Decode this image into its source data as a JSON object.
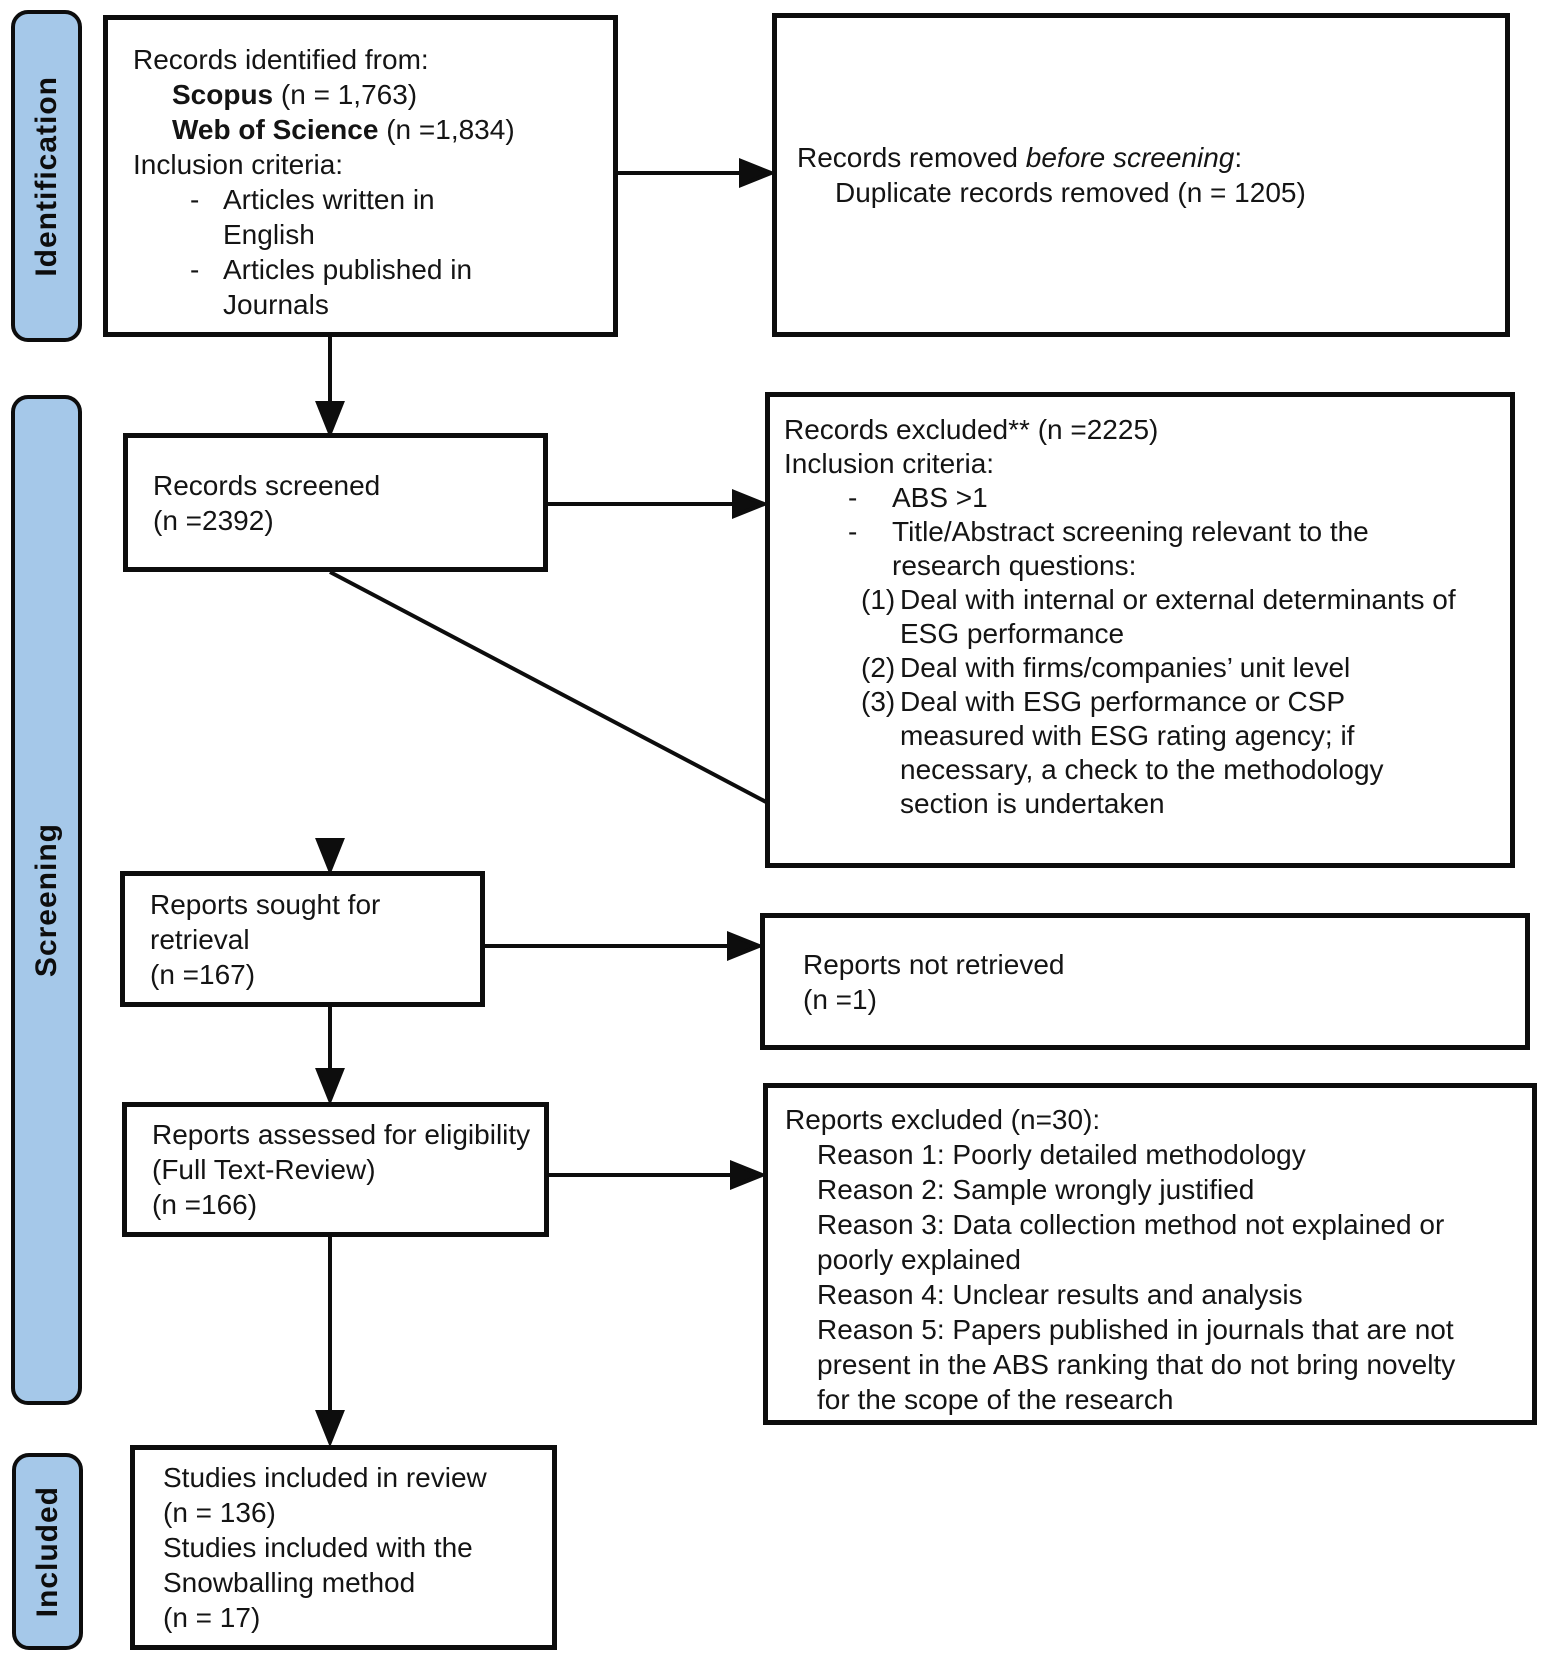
{
  "sidebar": {
    "identification": "Identification",
    "screening": "Screening",
    "included": "Included"
  },
  "boxes": {
    "records_identified": {
      "line1": "Records identified from:",
      "source1_name": "Scopus",
      "source1_count": " (n = 1,763)",
      "source2_name": "Web of Science",
      "source2_count": " (n =1,834)",
      "criteria_heading": "Inclusion criteria:",
      "bullet_marker": "-",
      "bullets": [
        "Articles written in English",
        "Articles published in Journals"
      ]
    },
    "records_removed": {
      "line1_prefix": "Records removed ",
      "line1_italic": "before screening",
      "line1_suffix": ":",
      "line2": "Duplicate records removed (n = 1205)"
    },
    "records_screened": {
      "line1": "Records screened",
      "line2": "(n =2392)"
    },
    "records_excluded": {
      "line1": "Records excluded** (n =2225)",
      "line2": "Inclusion criteria:",
      "bullet_marker": "-",
      "bullets": [
        "ABS >1",
        "Title/Abstract screening relevant to the research questions:"
      ],
      "numbered": [
        {
          "num": "(1)",
          "text": "Deal with internal or external determinants of ESG performance"
        },
        {
          "num": "(2)",
          "text": "Deal with firms/companies’ unit level"
        },
        {
          "num": "(3)",
          "text": "Deal with ESG performance or CSP measured with ESG rating agency; if necessary, a check to the methodology section is undertaken"
        }
      ]
    },
    "reports_sought": {
      "line1": "Reports sought for retrieval",
      "line2": "(n =167)"
    },
    "reports_not_retrieved": {
      "line1": "Reports not retrieved",
      "line2": "(n =1)"
    },
    "reports_assessed": {
      "line1": "Reports assessed for eligibility",
      "line2": "(Full Text-Review)",
      "line3": "(n =166)"
    },
    "reports_excluded": {
      "line1": "Reports excluded (n=30):",
      "reasons": [
        "Reason 1: Poorly detailed methodology",
        "Reason 2: Sample wrongly justified",
        "Reason 3: Data collection method not explained or poorly explained",
        "Reason 4: Unclear results and analysis",
        "Reason 5: Papers published in journals that are not present in the ABS ranking that do not bring novelty for the scope of the research"
      ]
    },
    "studies_included": {
      "lines": [
        "Studies included in review",
        "(n = 136)",
        "Studies included with the",
        "Snowballing method",
        "(n = 17)"
      ]
    }
  },
  "colors": {
    "stage_bar_fill": "#a5c8e9",
    "border": "#0d0d0d",
    "box_background": "#ffffff"
  }
}
